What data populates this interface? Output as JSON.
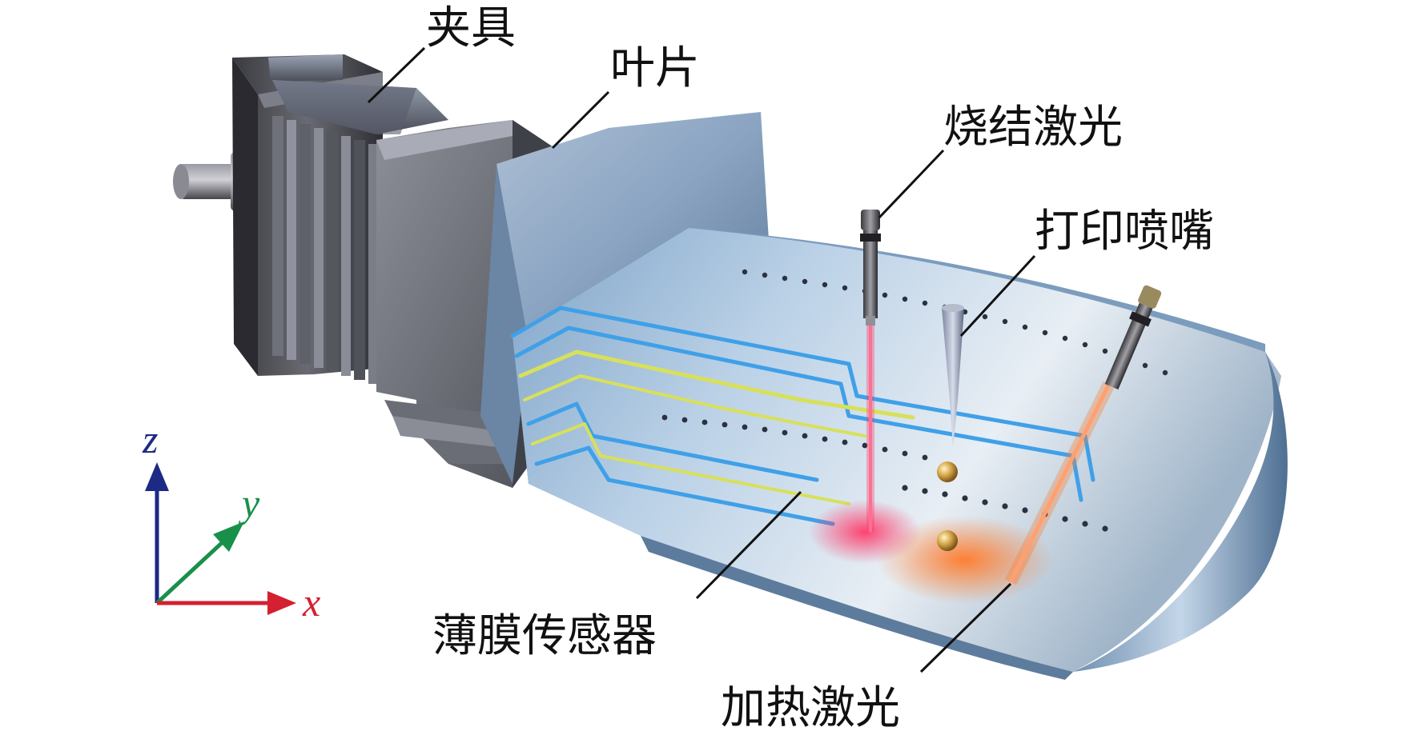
{
  "labels": {
    "fixture": "夹具",
    "blade": "叶片",
    "sintering_laser": "烧结激光",
    "print_nozzle": "打印喷嘴",
    "thin_film_sensor": "薄膜传感器",
    "heating_laser": "加热激光"
  },
  "axes": {
    "x": "x",
    "y": "y",
    "z": "z"
  },
  "colors": {
    "axis_x": "#d42030",
    "axis_y": "#18904a",
    "axis_z": "#1c2a86",
    "sintering_beam": "#ff3a6a",
    "heating_beam": "#ff7a2a",
    "sensor_trace_blue": "#3fa0e8",
    "sensor_trace_yellow": "#d8e05a",
    "blade_surface": "#8fb2d0",
    "fixture_body": "#55555c"
  }
}
